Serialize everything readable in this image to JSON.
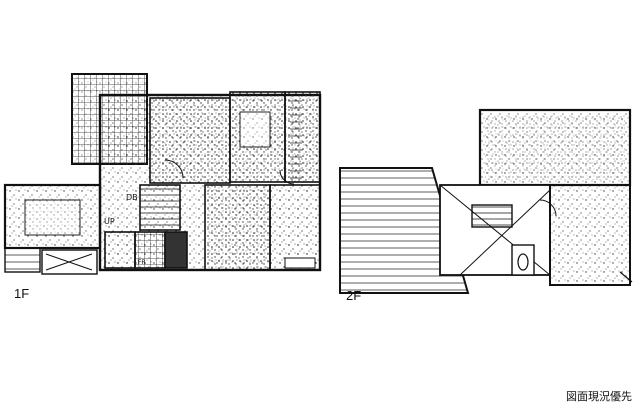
{
  "floors": {
    "first": {
      "label": "1F",
      "marks": {
        "up": "UP",
        "db": "DB",
        "fr": "FR"
      }
    },
    "second": {
      "label": "2F"
    }
  },
  "footer_note": "図面現況優先"
}
